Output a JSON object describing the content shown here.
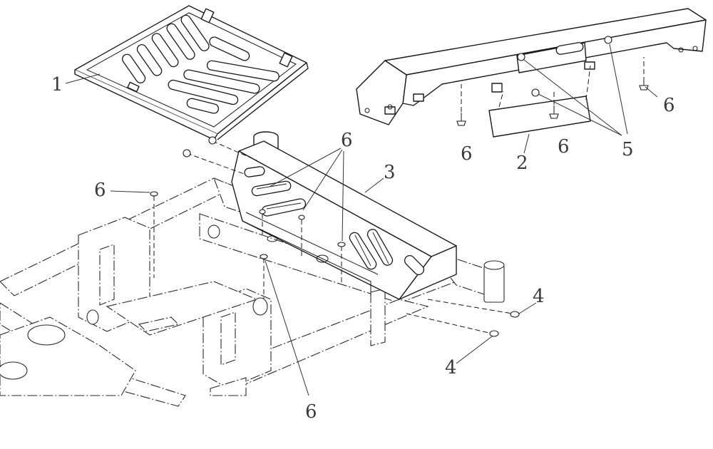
{
  "callouts": {
    "c1": "1",
    "c2": "2",
    "c3": "3",
    "c4a": "4",
    "c4b": "4",
    "c5": "5",
    "c6a": "6",
    "c6b": "6",
    "c6c": "6",
    "c6d": "6",
    "c6e": "6",
    "c6f": "6"
  },
  "colors": {
    "line": "#1a1a1a",
    "label": "#3a3a3a",
    "background": "#ffffff"
  }
}
